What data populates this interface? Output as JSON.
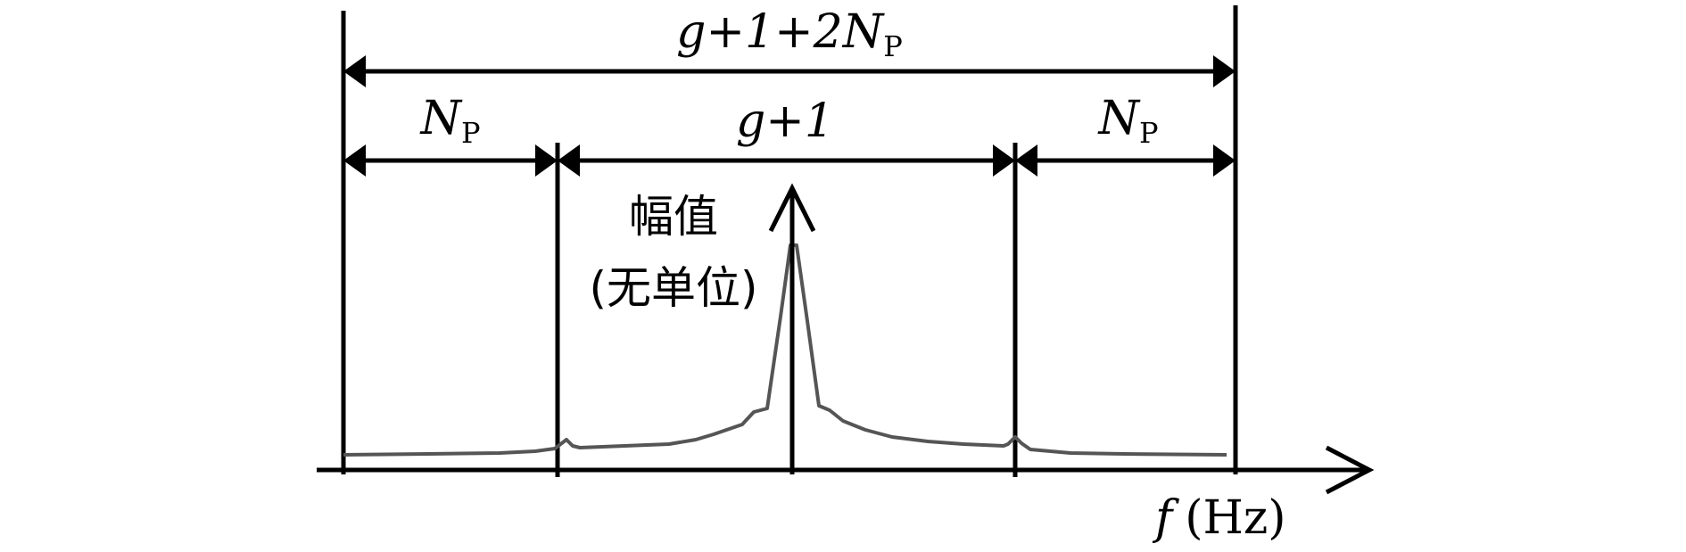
{
  "labels": {
    "total_width": "g+1+2N",
    "total_width_sub": "P",
    "left_guard": "N",
    "left_guard_sub": "P",
    "center_band": "g+1",
    "right_guard": "N",
    "right_guard_sub": "P",
    "y_axis_line1": "幅值",
    "y_axis_line2": "(无单位)",
    "x_axis_symbol": "f",
    "x_axis_unit": "(Hz)"
  },
  "colors": {
    "ink": "#000000",
    "spectrum": "#555555"
  }
}
